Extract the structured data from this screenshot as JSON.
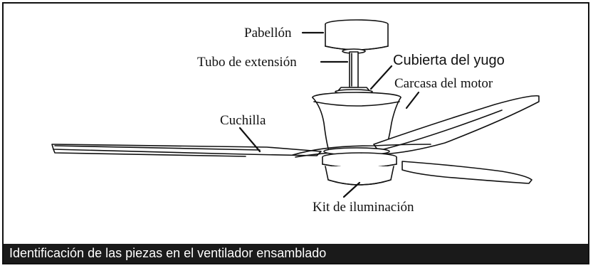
{
  "labels": {
    "canopy": "Pabellón",
    "downrod": "Tubo de extensión",
    "yoke_cover": "Cubierta del yugo",
    "motor_housing": "Carcasa del motor",
    "blade": "Cuchilla",
    "light_kit": "Kit de iluminación"
  },
  "caption": "Identificación de las piezas en el ventilador ensamblado",
  "colors": {
    "line": "#111111",
    "caption_bg": "#1a1a1a",
    "caption_text": "#ffffff"
  }
}
